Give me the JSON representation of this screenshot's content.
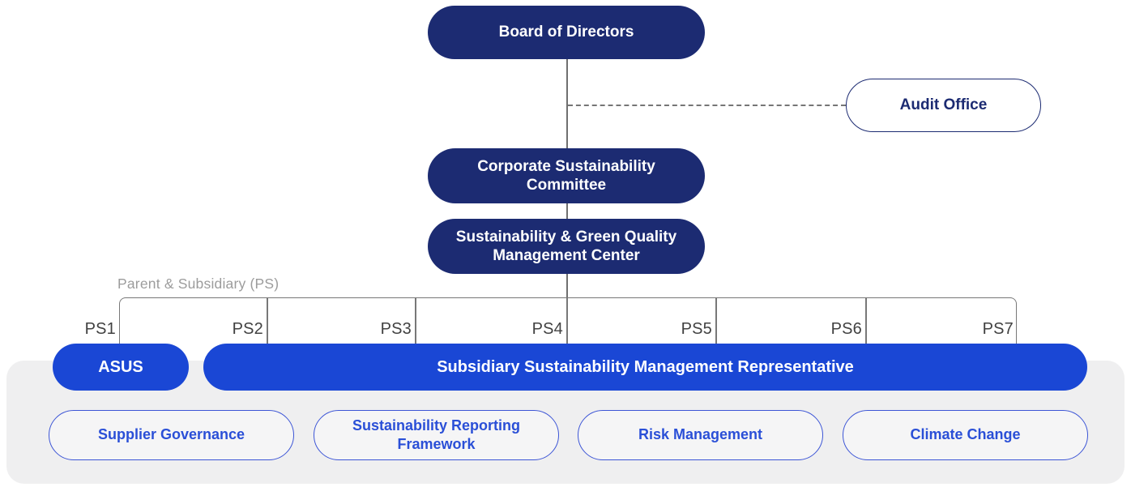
{
  "palette": {
    "navy": "#1c2b72",
    "bright_blue": "#1a47d5",
    "function_text_blue": "#2a4fd7",
    "connector_gray": "#787878",
    "group_label_gray": "#9c9c9c",
    "panel_gray": "#efeff0",
    "text_white": "#ffffff"
  },
  "nodes": {
    "board": {
      "label": "Board of Directors"
    },
    "audit": {
      "label": "Audit Office"
    },
    "committee": {
      "lines": [
        "Corporate Sustainability",
        "Committee"
      ]
    },
    "sgqmc": {
      "lines": [
        "Sustainability & Green Quality",
        "Management Center"
      ]
    },
    "asus": {
      "label": "ASUS"
    },
    "ssmr": {
      "label": "Subsidiary Sustainability Management Representative"
    }
  },
  "group_label": "Parent & Subsidiary (PS)",
  "ps_labels": [
    "PS1",
    "PS2",
    "PS3",
    "PS4",
    "PS5",
    "PS6",
    "PS7"
  ],
  "functions": [
    "Supplier Governance",
    "Sustainability Reporting Framework",
    "Risk Management",
    "Climate Change"
  ]
}
